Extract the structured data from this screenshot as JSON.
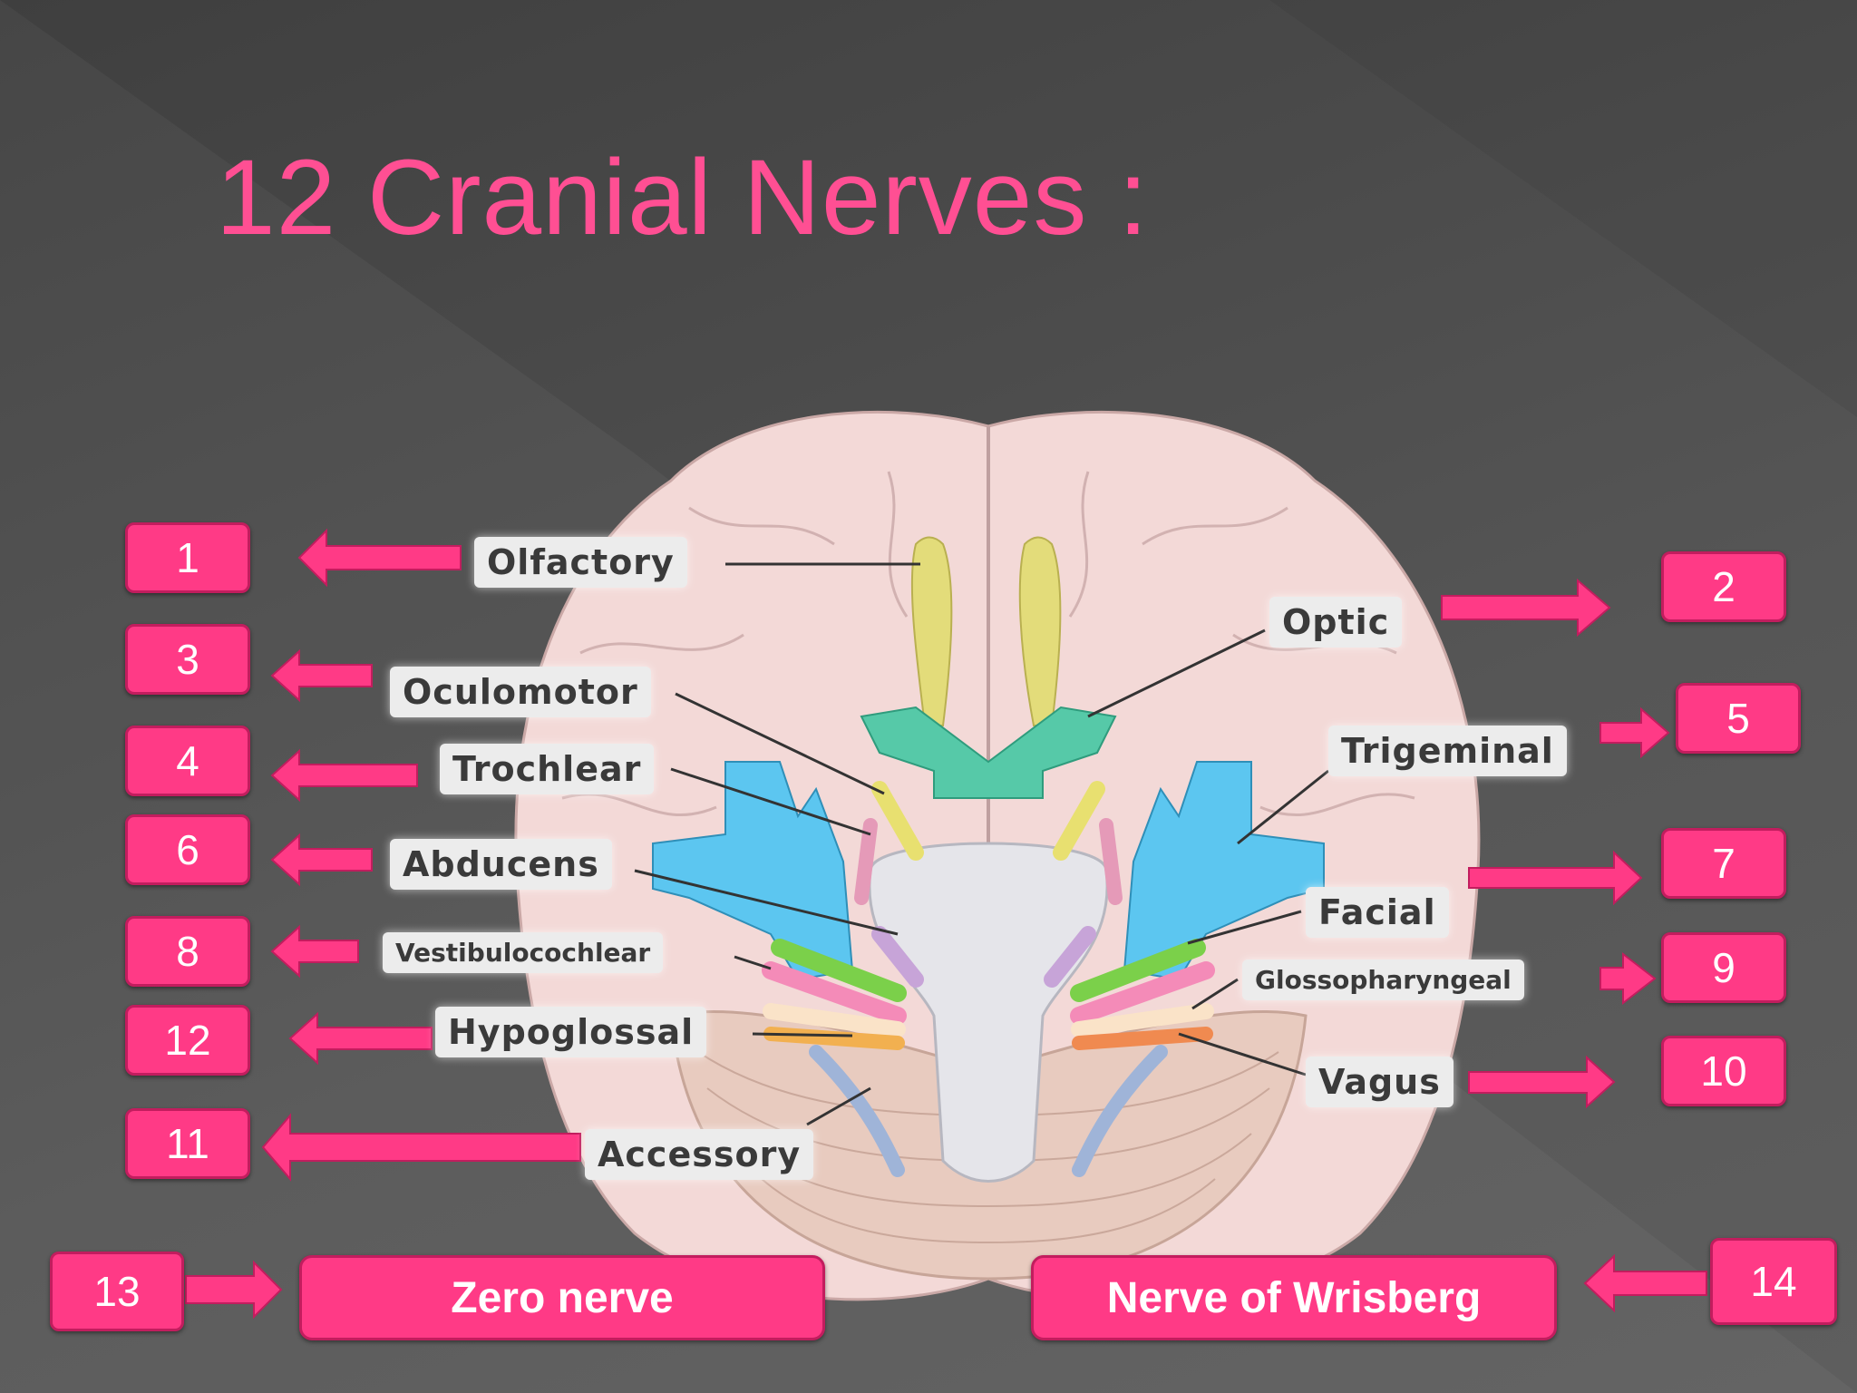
{
  "title": "12 Cranial Nerves :",
  "nerve_labels": {
    "olfactory": "Olfactory",
    "optic": "Optic",
    "oculomotor": "Oculomotor",
    "trochlear": "Trochlear",
    "trigeminal": "Trigeminal",
    "abducens": "Abducens",
    "facial": "Facial",
    "vestibulocochlear": "Vestibulocochlear",
    "glossopharyngeal": "Glossopharyngeal",
    "hypoglossal": "Hypoglossal",
    "vagus": "Vagus",
    "accessory": "Accessory"
  },
  "numbers": {
    "n1": "1",
    "n2": "2",
    "n3": "3",
    "n4": "4",
    "n5": "5",
    "n6": "6",
    "n7": "7",
    "n8": "8",
    "n9": "9",
    "n10": "10",
    "n11": "11",
    "n12": "12",
    "n13": "13",
    "n14": "14"
  },
  "extra": {
    "zero_nerve": "Zero nerve",
    "wrisberg": "Nerve of Wrisberg"
  },
  "colors": {
    "title": "#ff4f93",
    "box_fill": "#ff3a86",
    "box_border": "#c21d5e",
    "olfactory": "#e3dc7a",
    "optic": "#56c9a8",
    "trigeminal": "#5cc6f0",
    "facial": "#7bd04a",
    "vestibulocochlear": "#f48bb8",
    "abducens": "#c7a4d8"
  }
}
